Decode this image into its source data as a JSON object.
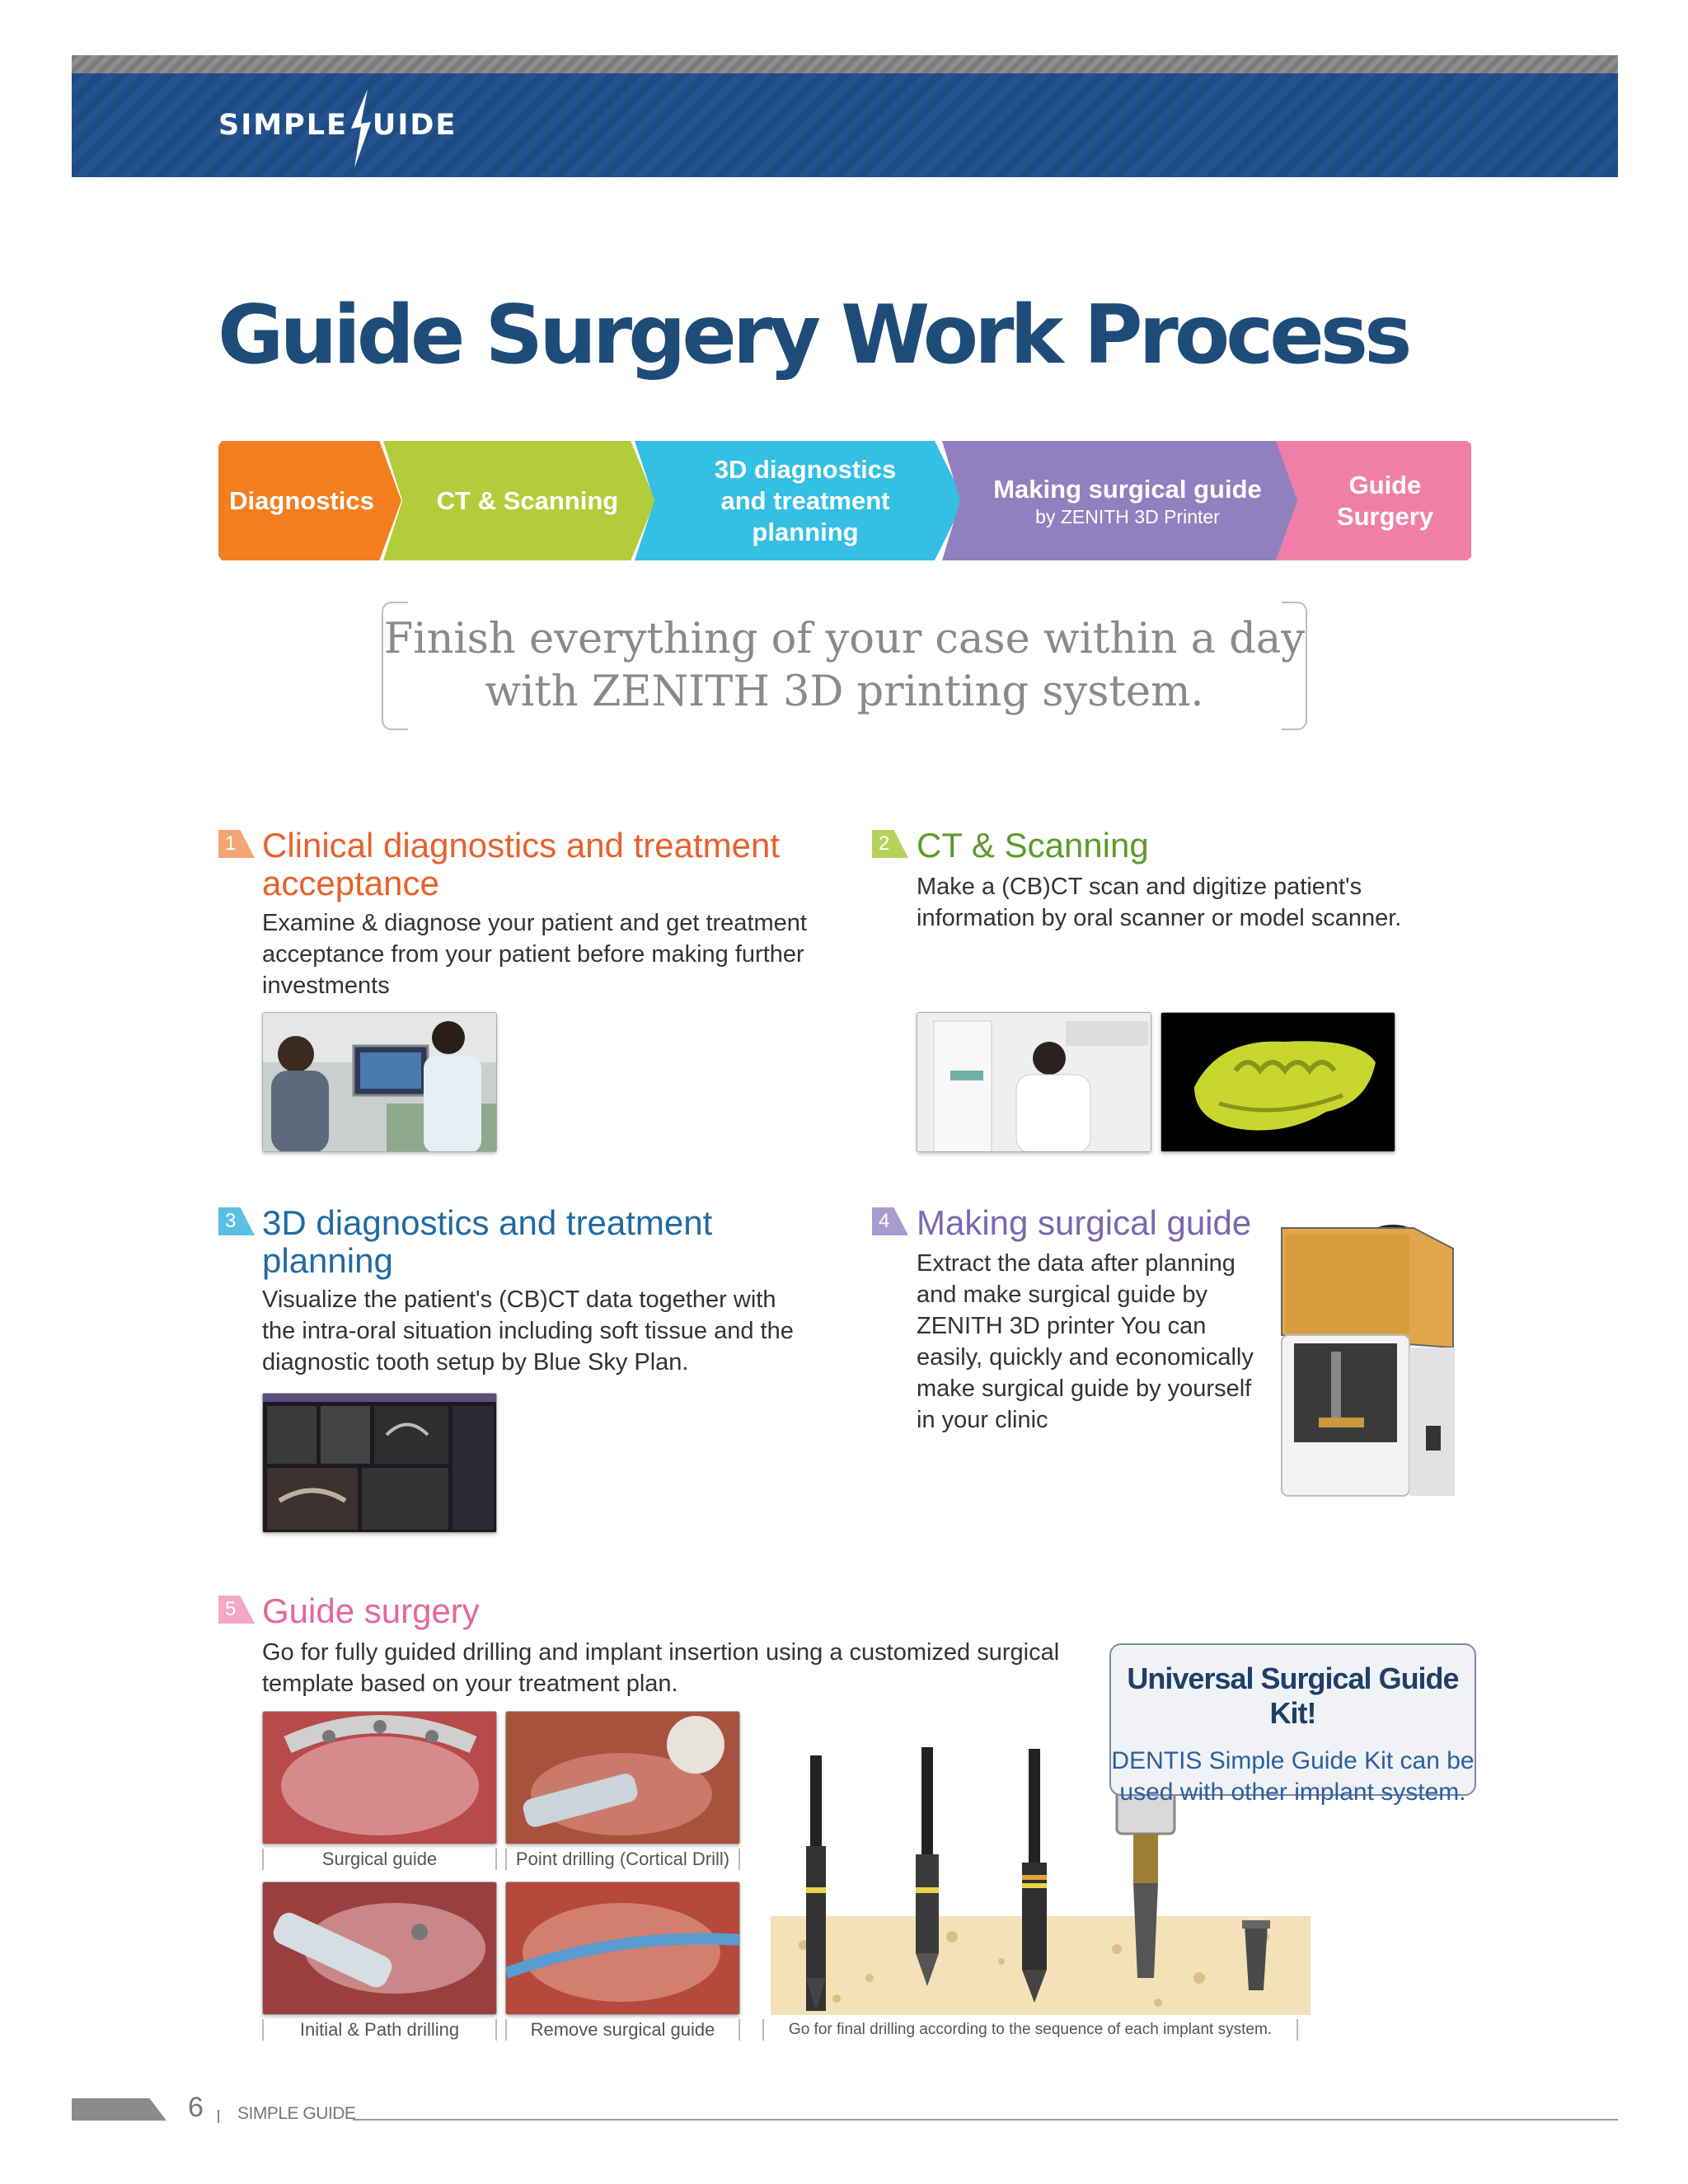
{
  "header": {
    "brand_left": "SIMPLE",
    "brand_right": "UIDE"
  },
  "page_title": "Guide Surgery Work Process",
  "flow": [
    {
      "label": "Diagnostics",
      "sub": "",
      "color": "#f37e20"
    },
    {
      "label": "CT & Scanning",
      "sub": "",
      "color": "#b3cd3a"
    },
    {
      "label": "3D diagnostics and treatment planning",
      "sub": "",
      "color": "#34bfe4"
    },
    {
      "label": "Making surgical guide",
      "sub": "by ZENITH 3D Printer",
      "color": "#9180c0"
    },
    {
      "label": "Guide Surgery",
      "sub": "",
      "color": "#f07fa7"
    }
  ],
  "tagline": {
    "line1": "Finish everything of your case within a day",
    "line2": "with ZENITH 3D printing system."
  },
  "sections": [
    {
      "num": "1",
      "title": "Clinical diagnostics and treatment acceptance",
      "color": "#e8612b",
      "body": "Examine & diagnose your patient and get treatment acceptance from your patient before making further investments"
    },
    {
      "num": "2",
      "title": "CT & Scanning",
      "color": "#5e9a2c",
      "body": "Make a (CB)CT scan and digitize patient's information by oral scanner or model scanner."
    },
    {
      "num": "3",
      "title": "3D diagnostics and treatment planning",
      "color": "#1f6aa3",
      "body": "Visualize the patient's (CB)CT data together with the intra-oral situation including soft tissue and the diagnostic tooth setup by Blue Sky Plan."
    },
    {
      "num": "4",
      "title": "Making surgical guide",
      "color": "#7a68b0",
      "body": "Extract the data after planning and make surgical guide by ZENITH 3D printer You can easily, quickly and economically make surgical guide by yourself in your clinic"
    },
    {
      "num": "5",
      "title": "Guide surgery",
      "color": "#e4679a",
      "body": "Go for fully guided drilling and implant insertion using a customized surgical template based on your treatment plan."
    }
  ],
  "captions": {
    "surgical_guide": "Surgical guide",
    "point_drilling": "Point drilling (Cortical Drill)",
    "initial_drilling": "Initial & Path drilling",
    "remove_guide": "Remove surgical guide",
    "final_drilling": "Go for final drilling according to the sequence of each implant system."
  },
  "kit": {
    "title": "Universal Surgical Guide Kit!",
    "body": "DENTIS Simple Guide Kit can be used with other implant system."
  },
  "footer": {
    "page": "6",
    "label": "SIMPLE GUIDE"
  }
}
